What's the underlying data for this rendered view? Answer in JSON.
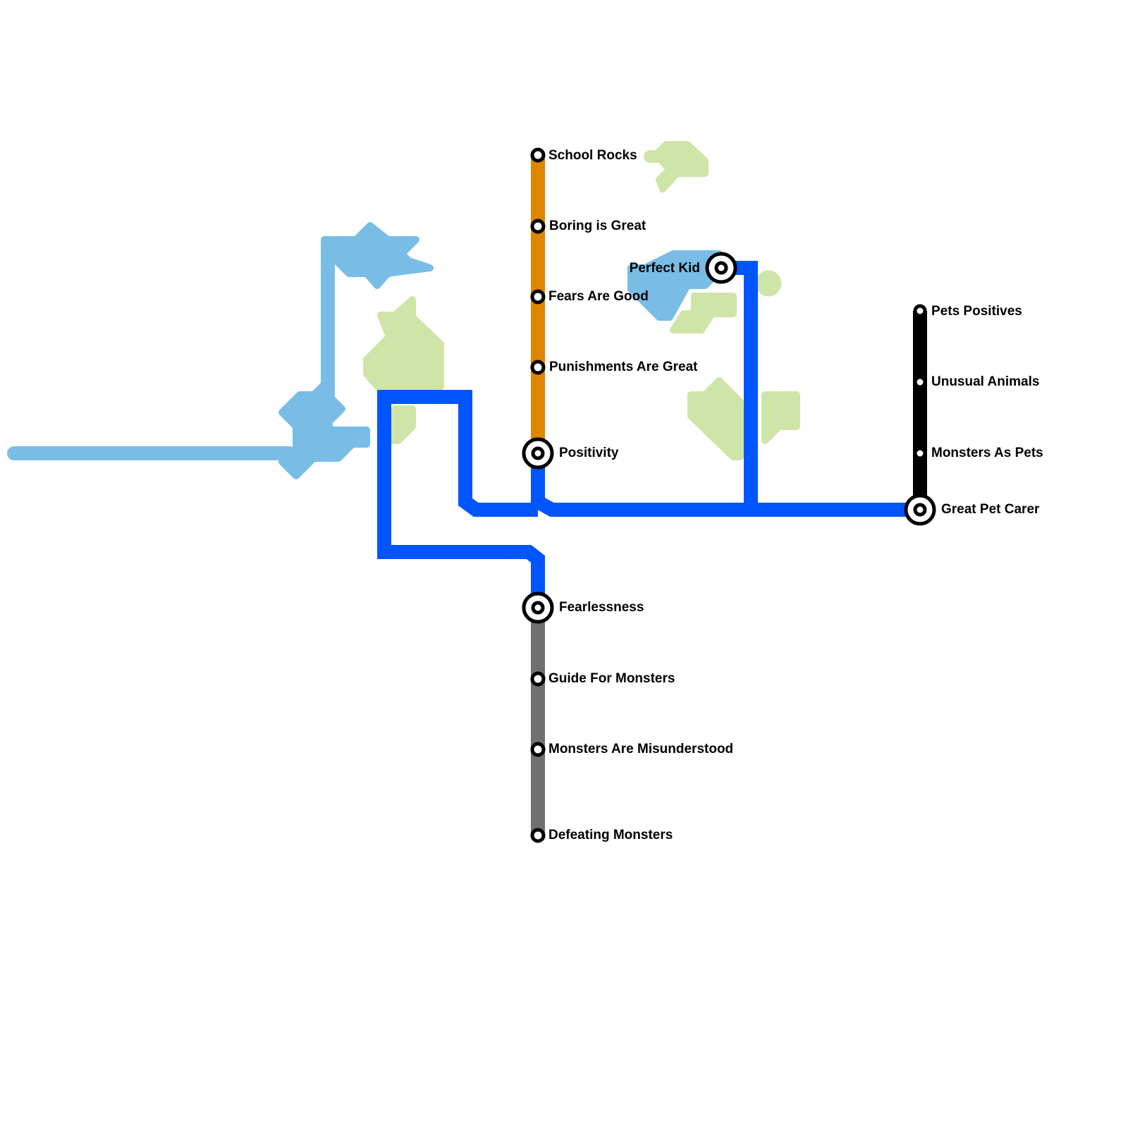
{
  "map_title": "Transit-style concept map",
  "colors": {
    "water": "#79bde6",
    "park": "#cfe5a8",
    "blue_line": "#0055ff",
    "orange_line": "#df8600",
    "gray_line": "#707070",
    "black_line": "#000000"
  },
  "lines": [
    {
      "id": "orange",
      "name": "Orange line",
      "color": "#df8600"
    },
    {
      "id": "blue",
      "name": "Blue line",
      "color": "#0055ff"
    },
    {
      "id": "gray",
      "name": "Gray line",
      "color": "#707070"
    },
    {
      "id": "black",
      "name": "Black line",
      "color": "#000000"
    }
  ],
  "stations": {
    "school_rocks": {
      "label": "School Rocks",
      "type": "stop",
      "line": "orange"
    },
    "boring_is_great": {
      "label": "Boring is Great",
      "type": "stop",
      "line": "orange"
    },
    "fears_are_good": {
      "label": "Fears Are Good",
      "type": "stop",
      "line": "orange"
    },
    "punishments_are_great": {
      "label": "Punishments Are Great",
      "type": "stop",
      "line": "orange"
    },
    "positivity": {
      "label": "Positivity",
      "type": "interchange",
      "line": "orange/blue"
    },
    "perfect_kid": {
      "label": "Perfect Kid",
      "type": "interchange",
      "line": "blue"
    },
    "fearlessness": {
      "label": "Fearlessness",
      "type": "interchange",
      "line": "blue/gray"
    },
    "guide_for_monsters": {
      "label": "Guide For Monsters",
      "type": "stop",
      "line": "gray"
    },
    "monsters_are_misunderstood": {
      "label": "Monsters Are Misunderstood",
      "type": "stop",
      "line": "gray"
    },
    "defeating_monsters": {
      "label": "Defeating Monsters",
      "type": "stop",
      "line": "gray"
    },
    "pets_positives": {
      "label": "Pets Positives",
      "type": "stop",
      "line": "black"
    },
    "unusual_animals": {
      "label": "Unusual Animals",
      "type": "stop",
      "line": "black"
    },
    "monsters_as_pets": {
      "label": "Monsters As Pets",
      "type": "stop",
      "line": "black"
    },
    "great_pet_carer": {
      "label": "Great Pet Carer",
      "type": "interchange",
      "line": "black/blue"
    }
  }
}
